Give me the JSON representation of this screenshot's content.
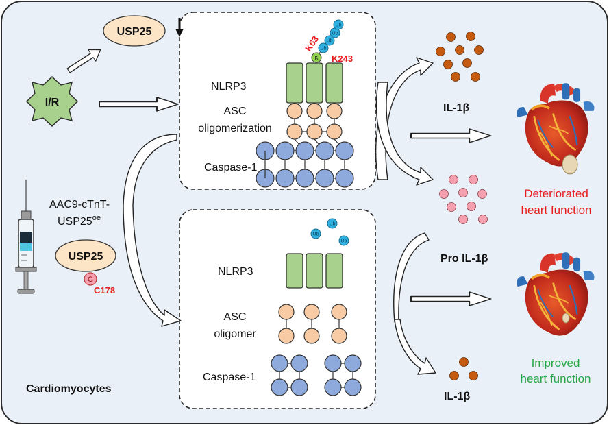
{
  "figure": {
    "region_label": "Cardiomyocytes",
    "stimulus_label": "I/R",
    "usp25_top_label": "USP25",
    "injection_label_line1": "AAC9-cTnT-",
    "injection_label_line2": "USP25",
    "injection_label_sup": "oe",
    "usp25_bottom_label": "USP25",
    "cys_label": "C",
    "c178_label": "C178",
    "k_label": "K",
    "k63_label": "K63",
    "k243_label": "K243",
    "ub_label": "Ub",
    "top_box": {
      "nlrp3": "NLRP3",
      "asc_line1": "ASC",
      "asc_line2": "oligomerization",
      "caspase": "Caspase-1"
    },
    "bottom_box": {
      "nlrp3": "NLRP3",
      "asc_line1": "ASC",
      "asc_line2": "oligomer",
      "caspase": "Caspase-1"
    },
    "il1b_top": "IL-1β",
    "pro_il1b": "Pro IL-1β",
    "il1b_bottom": "IL-1β",
    "outcome_bad_line1": "Deteriorated",
    "outcome_bad_line2": "heart function",
    "outcome_good_line1": "Improved",
    "outcome_good_line2": "heart function",
    "colors": {
      "background": "#e9f0f8",
      "nlrp3_fill": "#a9d18e",
      "asc_fill": "#f8cba4",
      "caspase_fill": "#8ea9db",
      "il1b_dot": "#c55a11",
      "pro_il1b_dot": "#f4a0ae",
      "ub_fill": "#2eb0e0",
      "k_fill": "#92d050",
      "usp25_fill": "#fce4c6",
      "red_text": "#e81c1c",
      "green_text": "#27a844"
    }
  }
}
